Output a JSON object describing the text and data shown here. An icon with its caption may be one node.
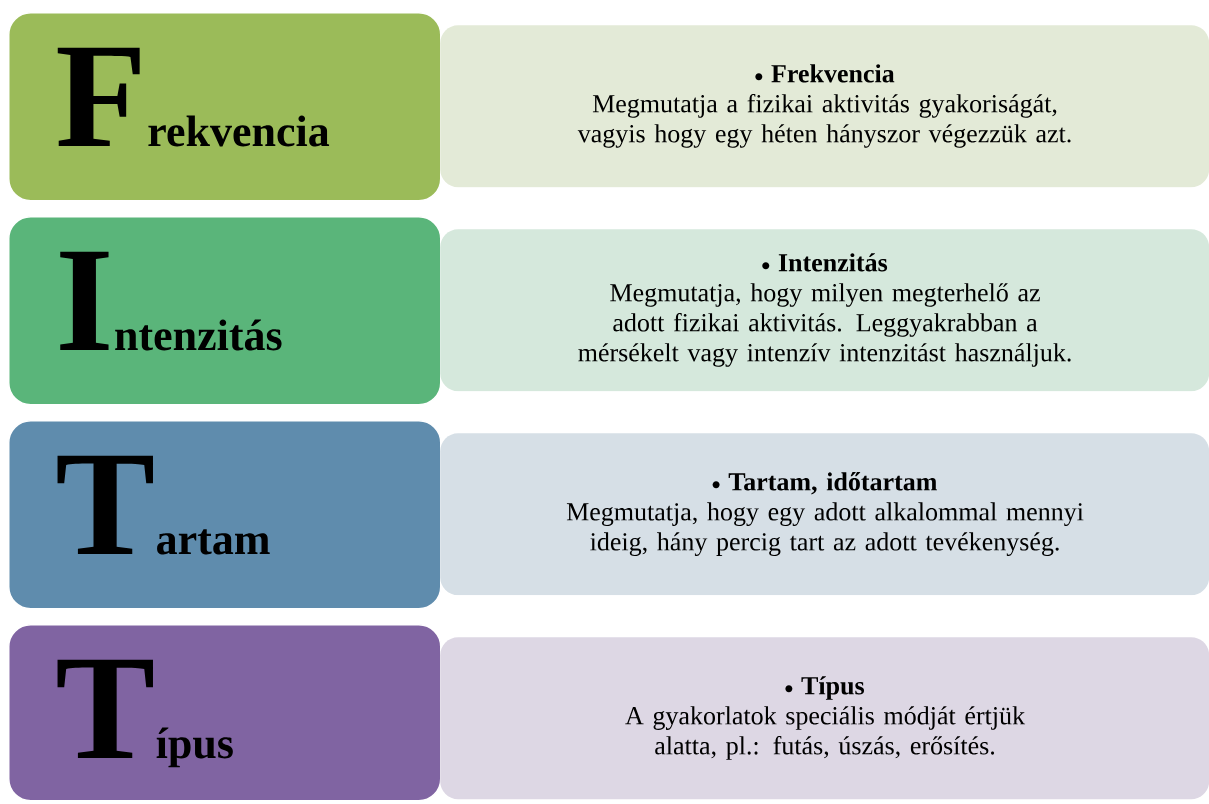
{
  "diagram": {
    "nodes": [
      {
        "text": [
          "F",
          "rekvencia"
        ]
      },
      {
        "text": [
          "Frekvencia",
          "Megmutatja a fizikai aktivitás gyakoriságát, vagyis hogy egy héten hányszor végezzük azt."
        ]
      },
      {
        "text": [
          "I",
          "ntenzitás"
        ]
      },
      {
        "text": [
          "Intenzitás",
          "Megmutatja, hogy milyen megterhelő az adott fizikai aktivitás. Leggyakrabban a mérsékelt vagy intenzív intenzitást használjuk."
        ]
      },
      {
        "text": [
          "T",
          "artam"
        ]
      },
      {
        "text": [
          "Tartam, időtartam",
          "Megmutatja, hogy egy adott alkalommal mennyi ideig, hány percig tart az adott tevékenység."
        ]
      },
      {
        "text": [
          "T",
          "ípus"
        ]
      },
      {
        "text": [
          "Típus",
          "A gyakorlatok speciális módját értjük alatta, pl.: futás, úszás, erősítés."
        ]
      }
    ]
  }
}
